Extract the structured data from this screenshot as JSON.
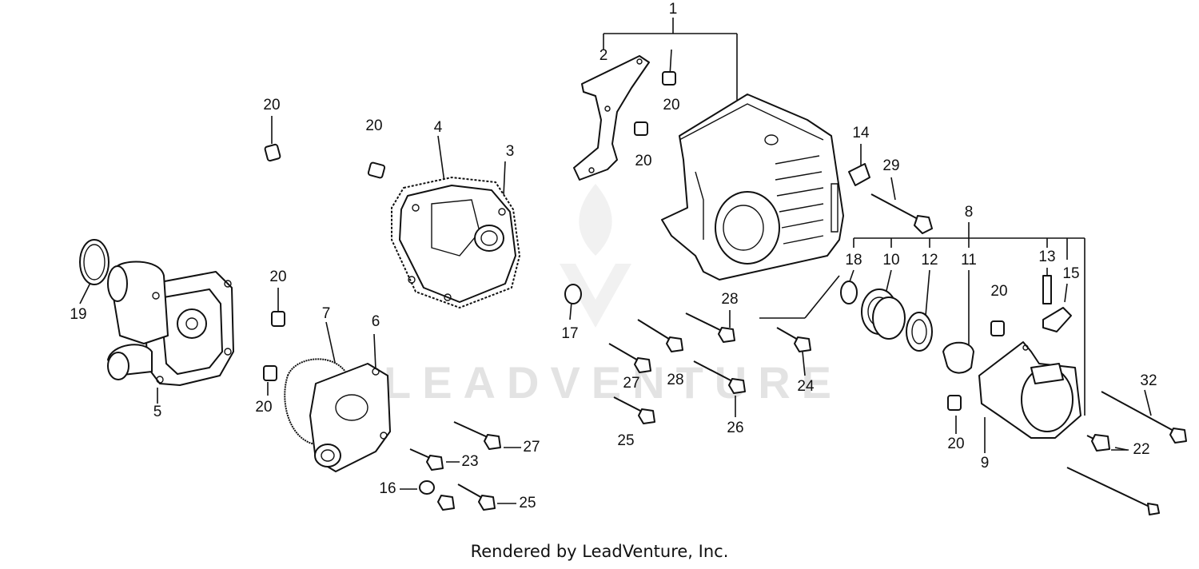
{
  "watermark": {
    "text": "LEADVENTURE"
  },
  "footer": {
    "text": "Rendered by LeadVenture, Inc."
  },
  "callouts": [
    {
      "id": "c1",
      "text": "1"
    },
    {
      "id": "c2",
      "text": "2"
    },
    {
      "id": "c3",
      "text": "3"
    },
    {
      "id": "c4",
      "text": "4"
    },
    {
      "id": "c5",
      "text": "5"
    },
    {
      "id": "c6",
      "text": "6"
    },
    {
      "id": "c7",
      "text": "7"
    },
    {
      "id": "c8",
      "text": "8"
    },
    {
      "id": "c9",
      "text": "9"
    },
    {
      "id": "c10",
      "text": "10"
    },
    {
      "id": "c11",
      "text": "11"
    },
    {
      "id": "c12",
      "text": "12"
    },
    {
      "id": "c13",
      "text": "13"
    },
    {
      "id": "c14",
      "text": "14"
    },
    {
      "id": "c15",
      "text": "15"
    },
    {
      "id": "c16",
      "text": "16"
    },
    {
      "id": "c17",
      "text": "17"
    },
    {
      "id": "c18",
      "text": "18"
    },
    {
      "id": "c19",
      "text": "19"
    },
    {
      "id": "c20a",
      "text": "20"
    },
    {
      "id": "c20b",
      "text": "20"
    },
    {
      "id": "c20c",
      "text": "20"
    },
    {
      "id": "c20d",
      "text": "20"
    },
    {
      "id": "c20e",
      "text": "20"
    },
    {
      "id": "c20f",
      "text": "20"
    },
    {
      "id": "c20g",
      "text": "20"
    },
    {
      "id": "c20h",
      "text": "20"
    },
    {
      "id": "c22",
      "text": "22"
    },
    {
      "id": "c23",
      "text": "23"
    },
    {
      "id": "c24",
      "text": "24"
    },
    {
      "id": "c25a",
      "text": "25"
    },
    {
      "id": "c25b",
      "text": "25"
    },
    {
      "id": "c26",
      "text": "26"
    },
    {
      "id": "c27a",
      "text": "27"
    },
    {
      "id": "c27b",
      "text": "27"
    },
    {
      "id": "c28a",
      "text": "28"
    },
    {
      "id": "c28b",
      "text": "28"
    },
    {
      "id": "c29",
      "text": "29"
    },
    {
      "id": "c32",
      "text": "32"
    }
  ]
}
